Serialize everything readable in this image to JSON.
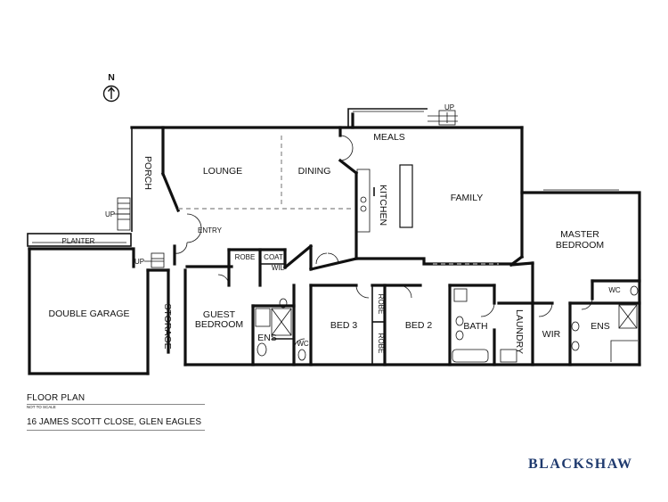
{
  "compass": {
    "label": "N"
  },
  "rooms": {
    "meals": "MEALS",
    "lounge": "LOUNGE",
    "dining": "DINING",
    "porch": "PORCH",
    "kitchen": "KITCHEN",
    "family": "FAMILY",
    "master_bedroom_line1": "MASTER",
    "master_bedroom_line2": "BEDROOM",
    "entry": "ENTRY",
    "planter": "PLANTER",
    "robe_hall": "ROBE",
    "coat": "COAT",
    "wil": "WIL",
    "double_garage": "DOUBLE GARAGE",
    "storage": "STORAGE",
    "guest_bedroom_line1": "GUEST",
    "guest_bedroom_line2": "BEDROOM",
    "ens_guest": "ENS",
    "wc_guest": "WC",
    "bed3": "BED 3",
    "robe_bed3": "ROBE",
    "robe_bed2": "ROBE",
    "bed2": "BED 2",
    "bath": "BATH",
    "laundry": "LAUNDRY",
    "wir": "WIR",
    "ens_master": "ENS",
    "wc_master": "WC"
  },
  "stairs": {
    "up_porch": "UP",
    "up_garage": "UP",
    "up_family": "UP"
  },
  "caption": {
    "title": "FLOOR PLAN",
    "scale_note": "NOT TO SCALE",
    "address": "16 JAMES SCOTT CLOSE, GLEN EAGLES"
  },
  "brand": {
    "name": "BLACKSHAW",
    "color": "#1f3a6e"
  }
}
